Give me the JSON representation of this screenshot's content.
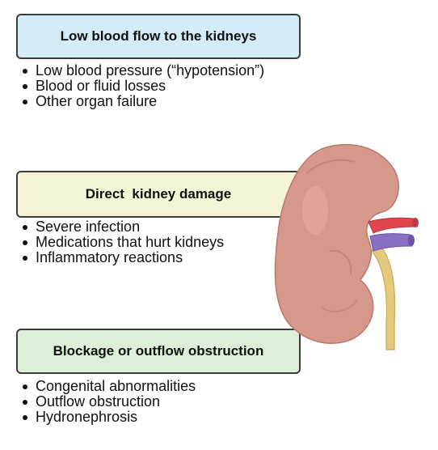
{
  "sections": [
    {
      "title": "Low blood flow to the kidneys",
      "color": "#d3ecf7",
      "items": [
        "Low blood pressure (“hypotension”)",
        "Blood or fluid losses",
        "Other organ failure"
      ]
    },
    {
      "title": "Direct  kidney damage",
      "color": "#f5f4d6",
      "items": [
        "Severe infection",
        "Medications that hurt kidneys",
        "Inflammatory reactions"
      ]
    },
    {
      "title": "Blockage or outflow obstruction",
      "color": "#dcf0d8",
      "items": [
        "Congenital abnormalities",
        "Outflow obstruction",
        "Hydronephrosis"
      ]
    }
  ],
  "illustration": {
    "name": "kidney-icon",
    "kidney_color": "#d6988a",
    "artery_color": "#e0464f",
    "vein_color": "#8a6fc4",
    "ureter_color": "#e6c97a"
  }
}
